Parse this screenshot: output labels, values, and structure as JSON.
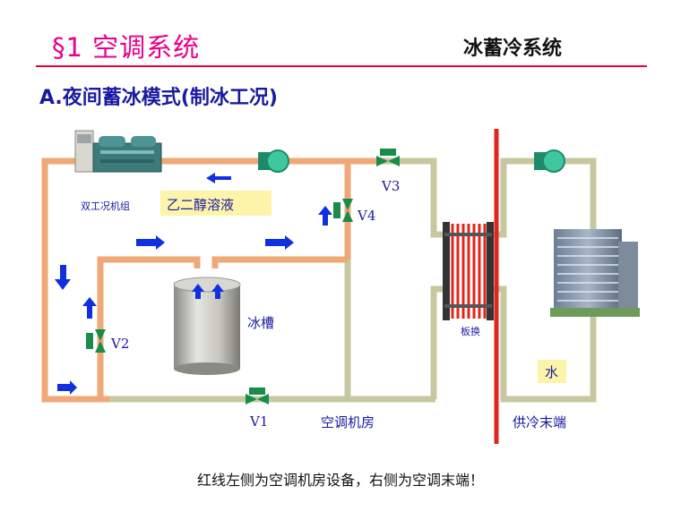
{
  "header": {
    "section_title": "§1 空调系统",
    "system_title": "冰蓄冷系统"
  },
  "subtitle": "A.夜间蓄冰模式(制冰工况)",
  "diagram": {
    "chiller_label": "双工况机组",
    "glycol_label": "乙二醇溶液",
    "tank_label": "冰槽",
    "plate_hx_label": "板换",
    "water_label": "水",
    "machine_room_label": "空调机房",
    "terminal_label": "供冷末端",
    "valves": {
      "v1": "V1",
      "v2": "V2",
      "v3": "V3",
      "v4": "V4"
    }
  },
  "footer_note": "红线左侧为空调机房设备，右侧为空调末端！",
  "colors": {
    "title_pink": "#e8008a",
    "rule_red": "#e8003a",
    "subtitle_blue": "#1a1aa0",
    "glycol_pipe": "#f0a878",
    "idle_pipe": "#c8c8a0",
    "arrow_blue": "#1030e0",
    "valve_green": "#1a8c4a",
    "pump_teal": "#3fc8a0"
  }
}
